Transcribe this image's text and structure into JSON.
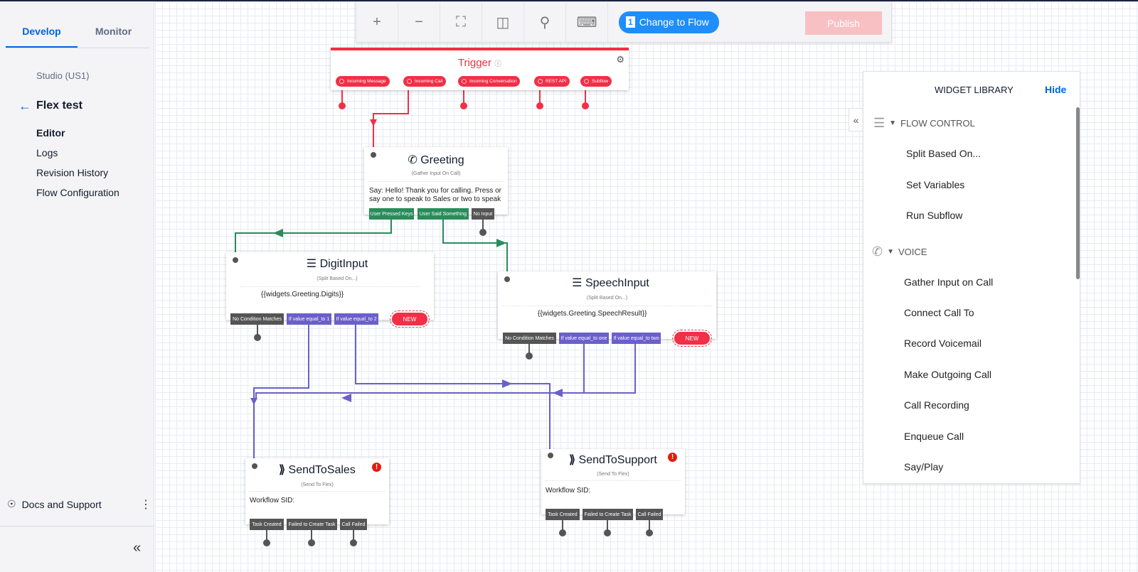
{
  "sidebar": {
    "tabs": [
      "Develop",
      "Monitor"
    ],
    "account": "Studio (US1)",
    "flow_name": "Flex test",
    "nav": [
      "Editor",
      "Logs",
      "Revision History",
      "Flow Configuration"
    ],
    "docs": "Docs and Support"
  },
  "toolbar": {
    "change_count": "1",
    "change_label": "Change to Flow",
    "publish": "Publish"
  },
  "trigger": {
    "title": "Trigger",
    "pills": [
      "Incoming Message",
      "Incoming Call",
      "Incoming Conversation",
      "REST API",
      "Subflow"
    ]
  },
  "greeting": {
    "title": "Greeting",
    "type": "(Gather Input On Call)",
    "body": "Say: Hello! Thank you for calling. Press or say one to speak to Sales or two to speak",
    "ports": [
      "User Pressed Keys",
      "User Said Something",
      "No Input"
    ]
  },
  "digit": {
    "title": "DigitInput",
    "type": "(Split Based On...)",
    "body": "{{widgets.Greeting.Digits}}",
    "ports": [
      "No Condition Matches",
      "If value equal_to 1",
      "If value equal_to 2"
    ],
    "new": "NEW"
  },
  "speech": {
    "title": "SpeechInput",
    "type": "(Split Based On...)",
    "body": "{{widgets.Greeting.SpeechResult}}",
    "ports": [
      "No Condition Matches",
      "If value equal_to one",
      "If value equal_to two"
    ],
    "new": "NEW"
  },
  "sales": {
    "title": "SendToSales",
    "type": "(Send To Flex)",
    "body": "Workflow SID:",
    "ports": [
      "Task Created",
      "Failed to Create Task",
      "Call Failed"
    ]
  },
  "support": {
    "title": "SendToSupport",
    "type": "(Send To Flex)",
    "body": "Workflow SID:",
    "ports": [
      "Task Created",
      "Failed to Create Task",
      "Call Failed"
    ]
  },
  "library": {
    "title": "WIDGET LIBRARY",
    "hide": "Hide",
    "sections": [
      {
        "name": "FLOW CONTROL",
        "items": [
          "Split Based On...",
          "Set Variables",
          "Run Subflow"
        ]
      },
      {
        "name": "VOICE",
        "items": [
          "Gather Input on Call",
          "Connect Call To",
          "Record Voicemail",
          "Make Outgoing Call",
          "Call Recording",
          "Enqueue Call",
          "Say/Play"
        ]
      }
    ]
  },
  "colors": {
    "trigger": "#f22f46",
    "success": "#2a8c5a",
    "condition": "#6b5fcc",
    "accent": "#0263e0"
  }
}
